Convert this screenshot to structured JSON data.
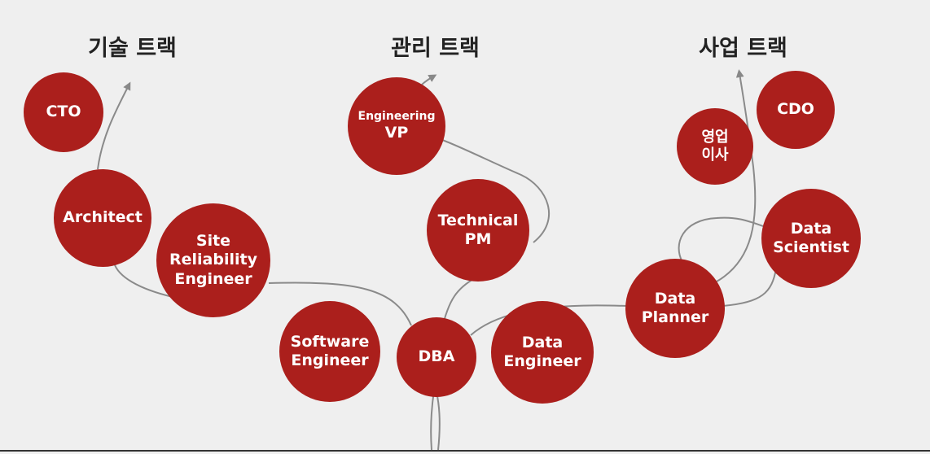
{
  "tracks": {
    "tech": "기술 트랙",
    "mgmt": "관리 트랙",
    "biz": "사업 트랙"
  },
  "nodes": {
    "cto": [
      "CTO"
    ],
    "architect": [
      "Architect"
    ],
    "sre": [
      "Site",
      "Reliability",
      "Engineer"
    ],
    "software_engineer": [
      "Software",
      "Engineer"
    ],
    "dba": [
      "DBA"
    ],
    "data_engineer": [
      "Data",
      "Engineer"
    ],
    "technical_pm": [
      "Technical",
      "PM"
    ],
    "engineering_vp": [
      "Engineering",
      "VP"
    ],
    "data_planner": [
      "Data",
      "Planner"
    ],
    "sales_director": [
      "영업",
      "이사"
    ],
    "data_scientist": [
      "Data",
      "Scientist"
    ],
    "cdo": [
      "CDO"
    ]
  },
  "colors": {
    "node_fill": "#ab1f1c",
    "node_text": "#ffffff",
    "line": "#888888",
    "background": "#efefef",
    "title": "#222222"
  }
}
